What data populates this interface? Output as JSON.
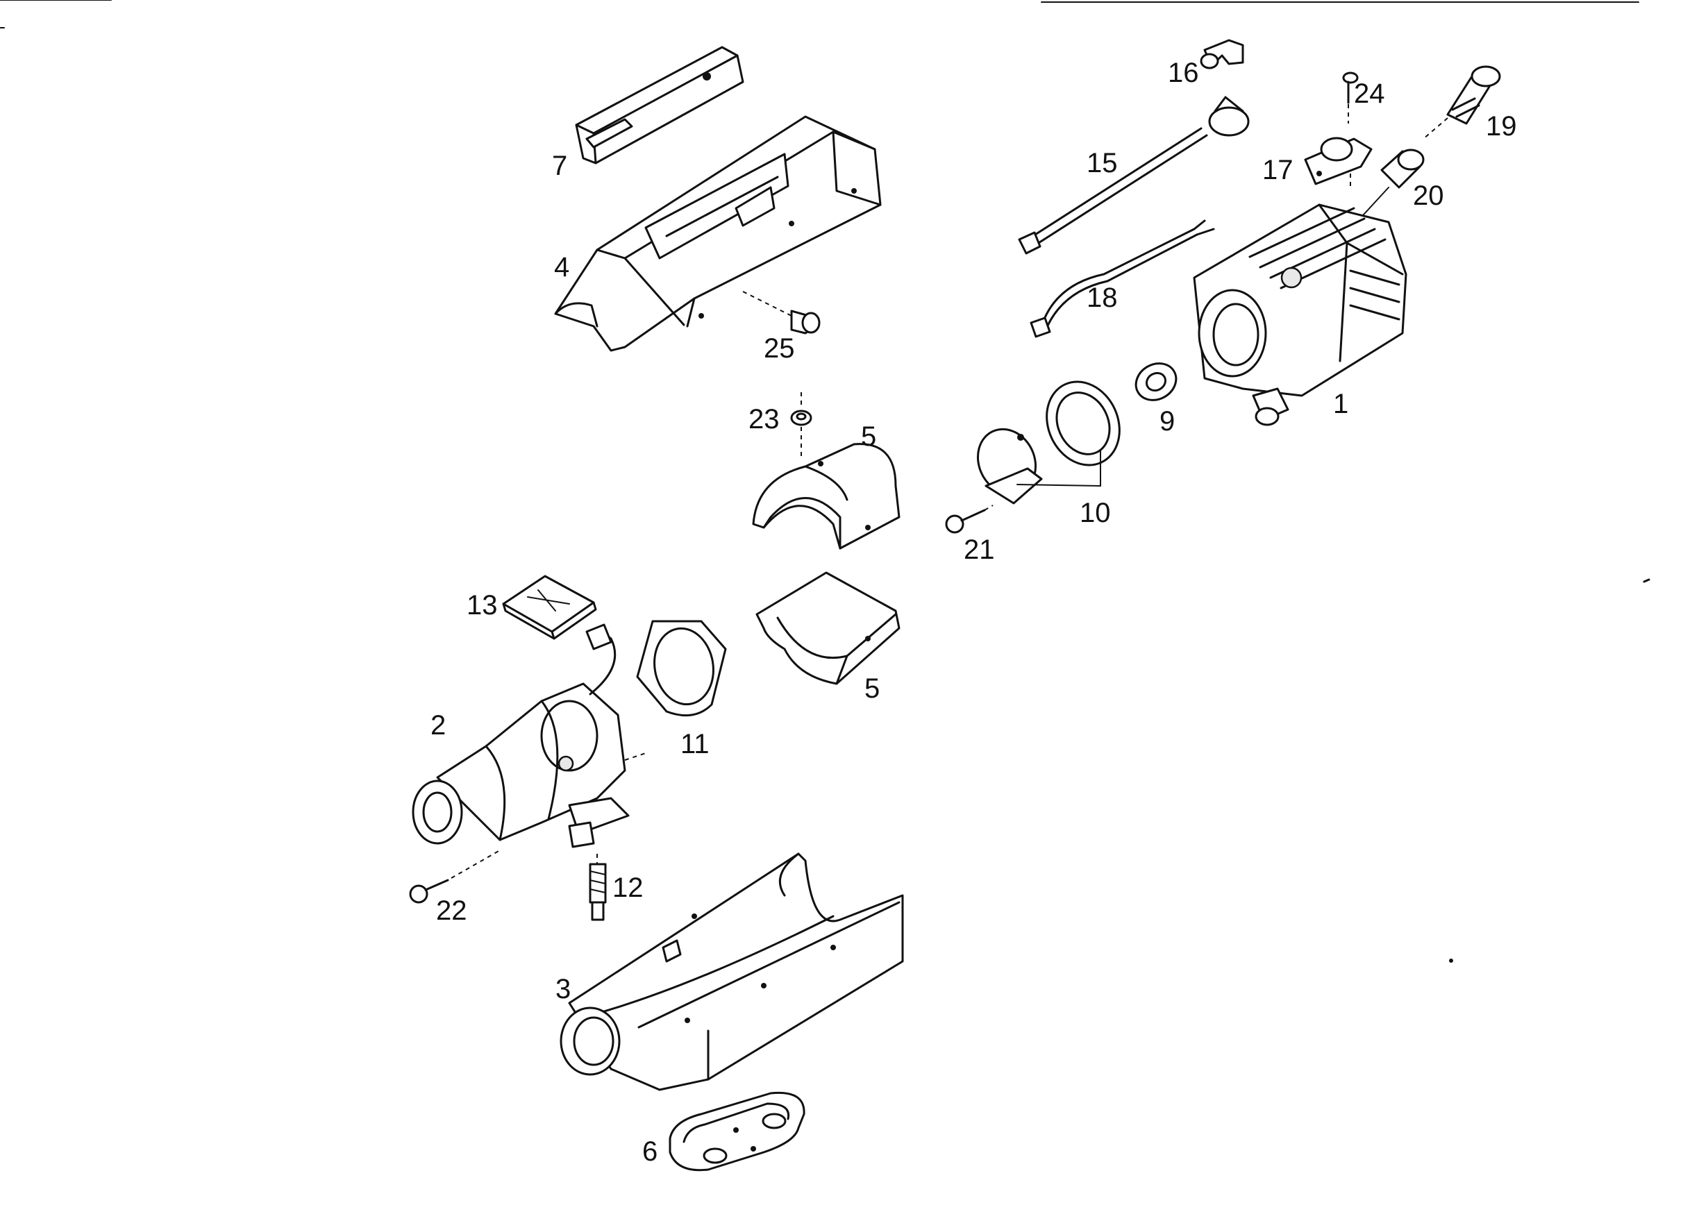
{
  "diagram": {
    "labels": [
      {
        "id": "1",
        "text": "1"
      },
      {
        "id": "2",
        "text": "2"
      },
      {
        "id": "3",
        "text": "3"
      },
      {
        "id": "4",
        "text": "4"
      },
      {
        "id": "5a",
        "text": "5"
      },
      {
        "id": "5b",
        "text": "5"
      },
      {
        "id": "6",
        "text": "6"
      },
      {
        "id": "7",
        "text": "7"
      },
      {
        "id": "9",
        "text": "9"
      },
      {
        "id": "10",
        "text": "10"
      },
      {
        "id": "11",
        "text": "11"
      },
      {
        "id": "12",
        "text": "12"
      },
      {
        "id": "13",
        "text": "13"
      },
      {
        "id": "15",
        "text": "15"
      },
      {
        "id": "16",
        "text": "16"
      },
      {
        "id": "17",
        "text": "17"
      },
      {
        "id": "18",
        "text": "18"
      },
      {
        "id": "19",
        "text": "19"
      },
      {
        "id": "20",
        "text": "20"
      },
      {
        "id": "21",
        "text": "21"
      },
      {
        "id": "22",
        "text": "22"
      },
      {
        "id": "23",
        "text": "23"
      },
      {
        "id": "24",
        "text": "24"
      },
      {
        "id": "25",
        "text": "25"
      }
    ]
  }
}
